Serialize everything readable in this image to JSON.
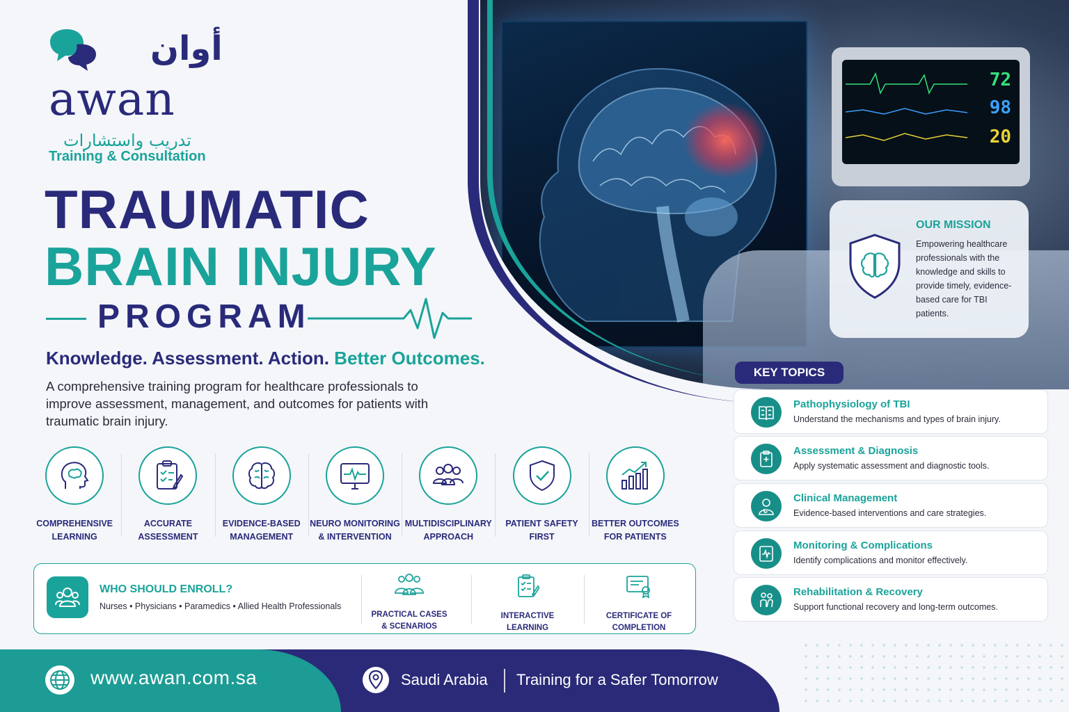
{
  "brand": {
    "arabic_name": "أوان",
    "latin_name": "awan",
    "arabic_tagline": "تدريب واستشارات",
    "tagline": "Training & Consultation",
    "colors": {
      "navy": "#2a2a7a",
      "teal": "#1aa39a"
    }
  },
  "title": {
    "line1": "TRAUMATIC",
    "line2": "BRAIN INJURY",
    "line3": "PROGRAM"
  },
  "tagline": {
    "part1": "Knowledge. Assessment. Action.",
    "part2": "Better Outcomes."
  },
  "intro": "A comprehensive training program for healthcare professionals to improve assessment, management, and outcomes for patients with traumatic brain injury.",
  "monitor": {
    "vitals": [
      "72",
      "98",
      "20"
    ]
  },
  "features": [
    {
      "label": "COMPREHENSIVE\nLEARNING",
      "icon": "head-brain-icon"
    },
    {
      "label": "ACCURATE\nASSESSMENT",
      "icon": "clipboard-checklist-icon"
    },
    {
      "label": "EVIDENCE-BASED\nMANAGEMENT",
      "icon": "brain-icon"
    },
    {
      "label": "NEURO MONITORING\n& INTERVENTION",
      "icon": "monitor-pulse-icon"
    },
    {
      "label": "MULTIDISCIPLINARY\nAPPROACH",
      "icon": "team-icon"
    },
    {
      "label": "PATIENT SAFETY\nFIRST",
      "icon": "shield-check-icon"
    },
    {
      "label": "BETTER OUTCOMES\nFOR PATIENTS",
      "icon": "growth-chart-icon"
    }
  ],
  "enroll": {
    "title": "WHO SHOULD ENROLL?",
    "audience": "Nurses • Physicians • Paramedics • Allied Health Professionals",
    "items": [
      {
        "label": "PRACTICAL CASES\n& SCENARIOS",
        "icon": "group-icon"
      },
      {
        "label": "INTERACTIVE\nLEARNING",
        "icon": "clipboard-icon"
      },
      {
        "label": "CERTIFICATE OF\nCOMPLETION",
        "icon": "certificate-icon"
      }
    ]
  },
  "mission": {
    "title": "OUR MISSION",
    "text": "Empowering healthcare professionals with the knowledge and skills to provide timely, evidence-based care for TBI patients."
  },
  "key_topics": {
    "badge": "KEY TOPICS",
    "items": [
      {
        "title": "Pathophysiology of TBI",
        "desc": "Understand the mechanisms and types of brain injury."
      },
      {
        "title": "Assessment & Diagnosis",
        "desc": "Apply systematic assessment and diagnostic tools."
      },
      {
        "title": "Clinical Management",
        "desc": "Evidence-based interventions and care strategies."
      },
      {
        "title": "Monitoring & Complications",
        "desc": "Identify complications and monitor effectively."
      },
      {
        "title": "Rehabilitation & Recovery",
        "desc": "Support functional recovery and long-term outcomes."
      }
    ]
  },
  "footer": {
    "url": "www.awan.com.sa",
    "country": "Saudi Arabia",
    "slogan": "Training for a Safer Tomorrow"
  }
}
